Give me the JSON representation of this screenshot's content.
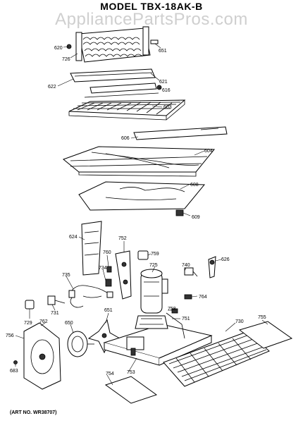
{
  "title": "MODEL TBX-18AK-B",
  "watermark": "AppliancePartsPros.com",
  "art_no": "(ART NO. WR38707)",
  "parts": [
    {
      "id": "p620",
      "label": "620"
    },
    {
      "id": "p726",
      "label": "726"
    },
    {
      "id": "p651",
      "label": "651"
    },
    {
      "id": "p621",
      "label": "621"
    },
    {
      "id": "p622",
      "label": "622"
    },
    {
      "id": "p616",
      "label": "616"
    },
    {
      "id": "p603",
      "label": "603"
    },
    {
      "id": "p606",
      "label": "606"
    },
    {
      "id": "p604",
      "label": "604"
    },
    {
      "id": "p608",
      "label": "608"
    },
    {
      "id": "p609",
      "label": "609"
    },
    {
      "id": "p624",
      "label": "624"
    },
    {
      "id": "p752",
      "label": "752"
    },
    {
      "id": "p760",
      "label": "760"
    },
    {
      "id": "p759",
      "label": "759"
    },
    {
      "id": "p734",
      "label": "734"
    },
    {
      "id": "p725",
      "label": "725"
    },
    {
      "id": "p740",
      "label": "740"
    },
    {
      "id": "p626",
      "label": "626"
    },
    {
      "id": "p735",
      "label": "735"
    },
    {
      "id": "p764",
      "label": "764"
    },
    {
      "id": "p731",
      "label": "731"
    },
    {
      "id": "p651b",
      "label": "651"
    },
    {
      "id": "p758",
      "label": "758"
    },
    {
      "id": "p751",
      "label": "751"
    },
    {
      "id": "p730",
      "label": "730"
    },
    {
      "id": "p755",
      "label": "755"
    },
    {
      "id": "p729",
      "label": "729"
    },
    {
      "id": "p762",
      "label": "762"
    },
    {
      "id": "p650",
      "label": "650"
    },
    {
      "id": "p756",
      "label": "756"
    },
    {
      "id": "p753",
      "label": "753"
    },
    {
      "id": "p754",
      "label": "754"
    },
    {
      "id": "p683",
      "label": "683"
    }
  ]
}
